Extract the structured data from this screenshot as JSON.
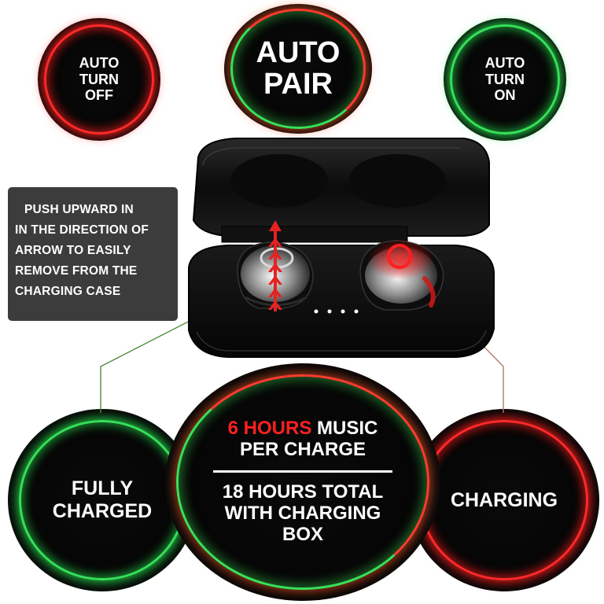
{
  "badges": {
    "auto_turn_off": {
      "lines": [
        "AUTO",
        "TURN",
        "OFF"
      ],
      "ring_color": "#ff2a2a"
    },
    "auto_pair": {
      "lines": [
        "AUTO",
        "PAIR"
      ],
      "ring_color": "mixed-red-green"
    },
    "auto_turn_on": {
      "lines": [
        "AUTO",
        "TURN",
        "ON"
      ],
      "ring_color": "#36e05a"
    },
    "fully_charged": {
      "lines": [
        "FULLY",
        "CHARGED"
      ],
      "ring_color": "#36e05a"
    },
    "charging": {
      "text": "CHARGING",
      "ring_color": "#ff2a2a"
    },
    "battery": {
      "highlight": "6 HOURS",
      "line1_rest": " MUSIC",
      "line2": "PER CHARGE",
      "total_lines": [
        "18 HOURS TOTAL",
        "WITH CHARGING",
        "BOX"
      ],
      "highlight_color": "#ff2020"
    }
  },
  "callout": {
    "lines": [
      "PUSH UPWARD IN",
      "IN THE DIRECTION OF",
      "ARROW TO EASILY",
      "REMOVE FROM THE",
      "CHARGING CASE"
    ]
  },
  "icons": {
    "arrow": "up-arrow-icon",
    "indicator_leds": 4
  }
}
